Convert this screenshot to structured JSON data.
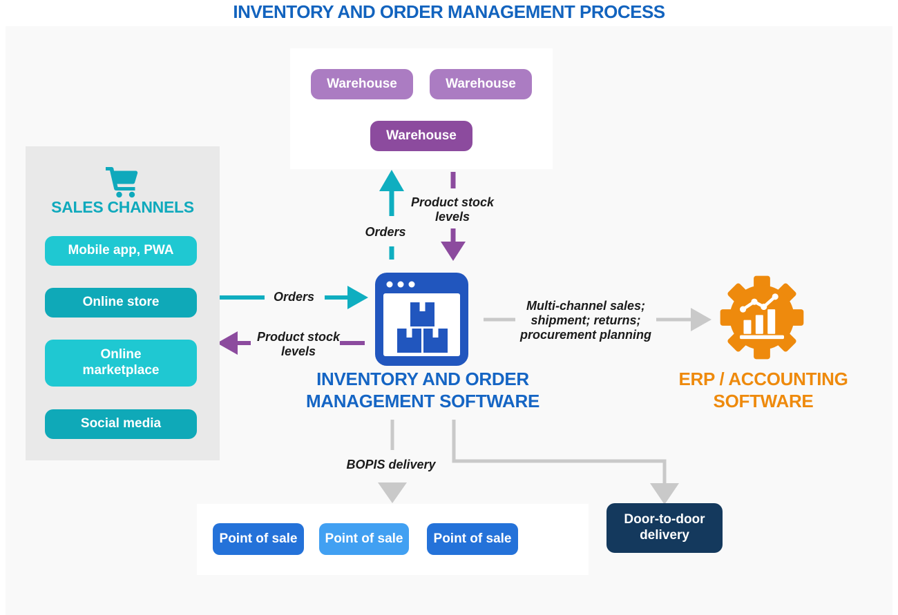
{
  "title": "INVENTORY AND ORDER MANAGEMENT PROCESS",
  "warehouse_panel": {
    "items": [
      {
        "label": "Warehouse"
      },
      {
        "label": "Warehouse"
      },
      {
        "label": "Warehouse"
      }
    ]
  },
  "sales_channels": {
    "heading": "SALES CHANNELS",
    "items": [
      {
        "label": "Mobile app, PWA"
      },
      {
        "label": "Online store"
      },
      {
        "label": "Online marketplace"
      },
      {
        "label": "Social media"
      }
    ]
  },
  "software": {
    "label": "INVENTORY AND ORDER MANAGEMENT SOFTWARE"
  },
  "erp": {
    "label": "ERP / ACCOUNTING SOFTWARE"
  },
  "flows": {
    "orders_to_warehouse": "Orders",
    "stock_from_warehouse": "Product stock levels",
    "orders_to_software": "Orders",
    "stock_to_channels": "Product stock levels",
    "to_erp_line1": "Multi-channel sales;",
    "to_erp_line2": "shipment; returns;",
    "to_erp_line3": "procurement planning",
    "bopis": "BOPIS delivery"
  },
  "pos_panel": {
    "items": [
      {
        "label": "Point of sale"
      },
      {
        "label": "Point of sale"
      },
      {
        "label": "Point of sale"
      }
    ]
  },
  "door_to_door": {
    "label": "Door-to-door delivery"
  },
  "icons": {
    "cart": "shopping-cart-icon",
    "software": "inventory-window-icon",
    "erp": "gear-chart-icon"
  },
  "colors": {
    "title_blue": "#1263be",
    "software_blue": "#2156be",
    "label_blue": "#1565c4",
    "teal_arrow": "#0faec0",
    "cyan_button": "#1fc8d2",
    "teal_button": "#0fa9b8",
    "heading_teal": "#0fa9bc",
    "purple_light": "#ab7cc2",
    "purple_dark": "#8c4b9e",
    "orange": "#ee8a0d",
    "pos_blue": "#2472d9",
    "pos_light_blue": "#41a0f2",
    "navy": "#14395d",
    "gray_arrow": "#c9c9c9"
  }
}
